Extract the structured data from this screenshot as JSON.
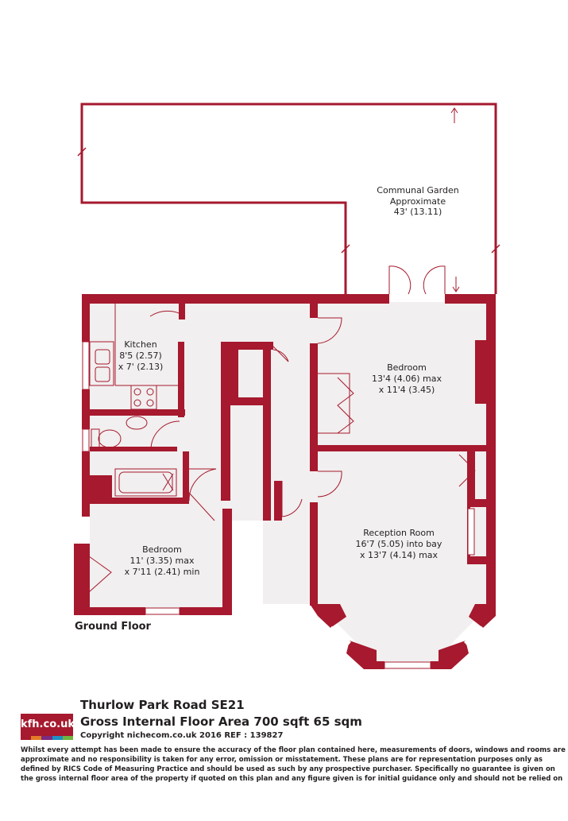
{
  "garden": {
    "name": "Communal Garden",
    "approx": "Approximate",
    "size": "43' (13.11)"
  },
  "rooms": {
    "kitchen": {
      "name": "Kitchen",
      "dim1": "8'5 (2.57)",
      "dim2": "x 7' (2.13)"
    },
    "bedroom_rear": {
      "name": "Bedroom",
      "dim1": "13'4 (4.06) max",
      "dim2": "x 11'4 (3.45)"
    },
    "reception": {
      "name": "Reception Room",
      "dim1": "16'7 (5.05) into bay",
      "dim2": "x 13'7 (4.14) max"
    },
    "bedroom_front": {
      "name": "Bedroom",
      "dim1": "11' (3.35) max",
      "dim2": "x 7'11 (2.41) min"
    }
  },
  "floor_label": "Ground Floor",
  "footer": {
    "logo_text": "kfh.co.uk",
    "logo_colors": [
      "#a6192e",
      "#e47b25",
      "#7a2a80",
      "#1f8fc2",
      "#6fb63e"
    ],
    "address": "Thurlow Park Road  SE21",
    "area": "Gross Internal Floor Area 700 sqft 65 sqm",
    "copyright": "Copyright nichecom.co.uk 2016 REF : 139827",
    "disclaimer": "Whilst every attempt has been made to ensure the accuracy of the floor plan contained here, measurements of doors, windows and rooms are approximate and no responsibility is taken for any error, omission or misstatement.  These plans are for representation purposes only as defined by RICS Code of Measuring Practice and should be used as such by any prospective purchaser.  Specifically no guarantee is given on the gross internal floor area of the property if quoted on this plan and any figure given is for initial guidance only and should not be relied on as a basis of valuation."
  },
  "colors": {
    "wall": "#a6192e",
    "floor": "#f1efef",
    "line": "#a6192e"
  }
}
